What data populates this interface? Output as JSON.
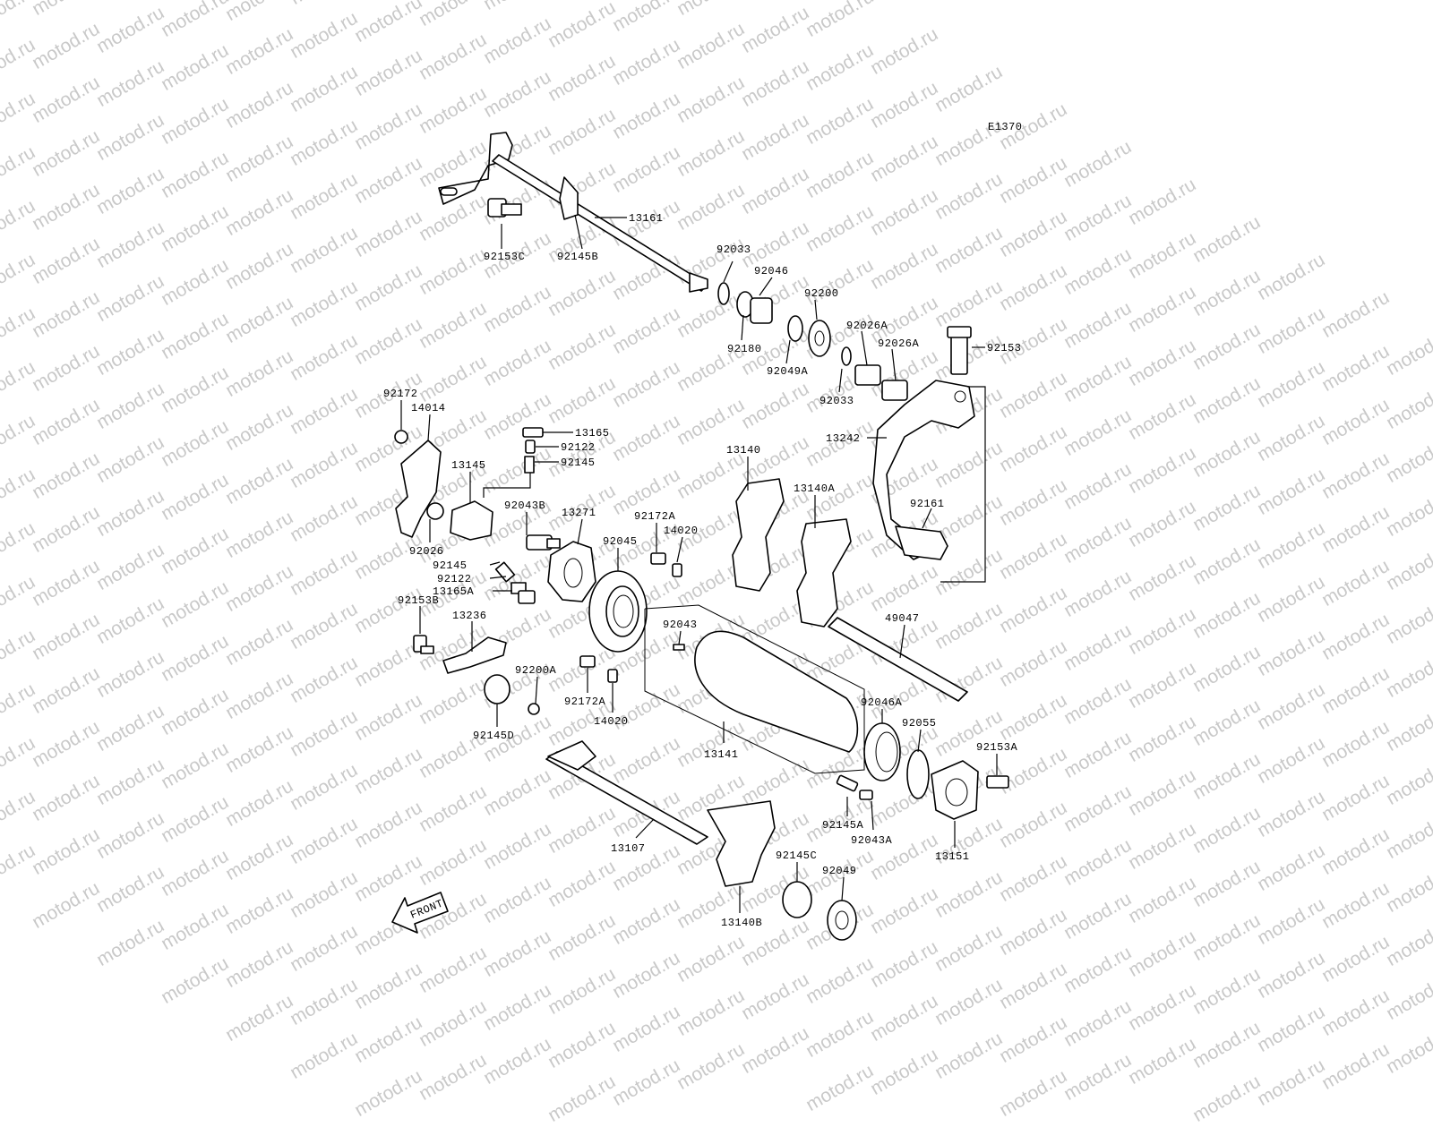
{
  "diagram_code": "E1370",
  "front_label": "FRONT",
  "watermark": "motod.ru",
  "labels": [
    "13161",
    "92153C",
    "92145B",
    "92033",
    "92046",
    "92200",
    "92180",
    "92049A",
    "92026A",
    "92026A",
    "92153",
    "92033",
    "13242",
    "92172",
    "14014",
    "13165",
    "92122",
    "92145",
    "13145",
    "92043B",
    "13271",
    "92172A",
    "14020",
    "92045",
    "13140",
    "13140A",
    "92161",
    "92026",
    "92145",
    "92122",
    "13165A",
    "92153B",
    "13236",
    "92043",
    "49047",
    "92200A",
    "92172A",
    "14020",
    "92145D",
    "13141",
    "92046A",
    "92055",
    "92153A",
    "13107",
    "92145A",
    "92043A",
    "13151",
    "92145C",
    "92049",
    "13140B"
  ]
}
